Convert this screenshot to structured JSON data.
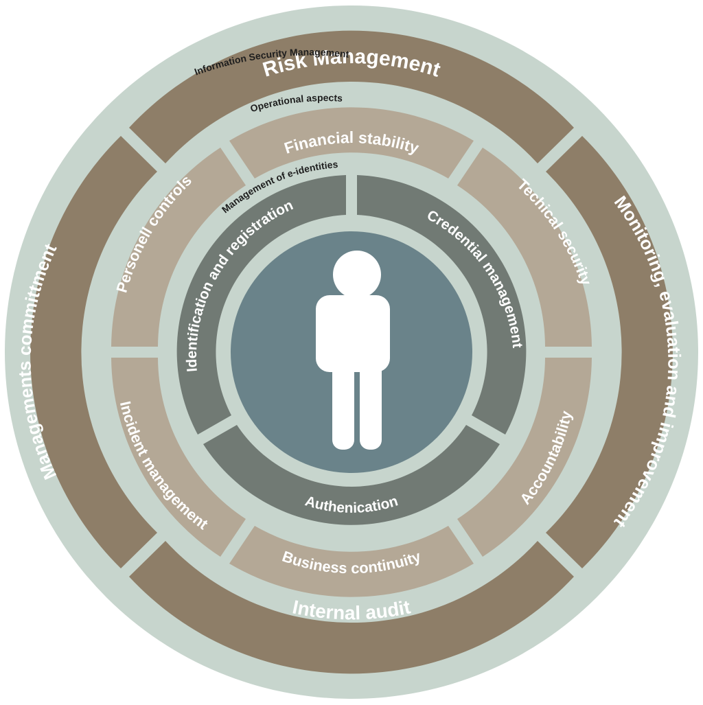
{
  "rings": {
    "outer": {
      "title": "Information Security Management",
      "segments": {
        "top": "Risk Management",
        "right": "Monitoring, evaluation and improvement",
        "bottom": "Internal audit",
        "left": "Managements committment"
      }
    },
    "middle": {
      "title": "Operational aspects",
      "segments": {
        "top": "Financial stability",
        "top_right": "Techical security",
        "bottom_right": "Accountability",
        "bottom": "Business continuity",
        "bottom_left": "Incident management",
        "top_left": "Personell controls"
      }
    },
    "inner": {
      "title": "Management of e-identities",
      "segments": {
        "left": "Identification and registration",
        "right": "Credential management",
        "bottom": "Authenication"
      }
    }
  },
  "center_icon": "person-icon",
  "colors": {
    "background_disc": "#c7d5cd",
    "outer_band": "#8e7e68",
    "middle_band": "#b4a896",
    "inner_band": "#717a74",
    "center": "#6a838a",
    "figure": "#ffffff",
    "text_light": "#ffffff",
    "text_dark": "#1e1e1e"
  }
}
